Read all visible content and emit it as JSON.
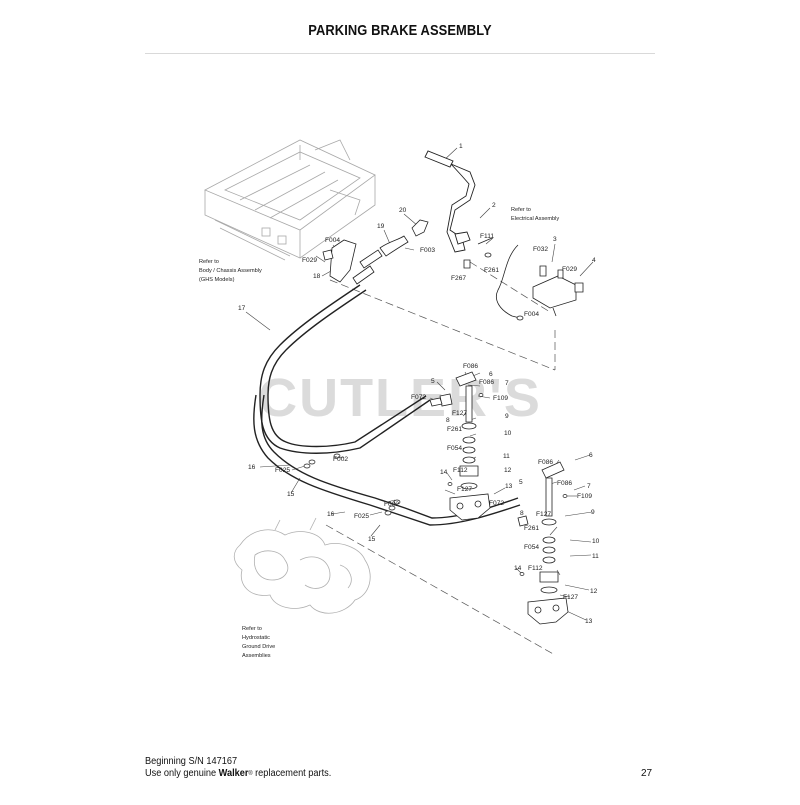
{
  "page": {
    "title": "PARKING BRAKE ASSEMBLY",
    "page_number": "27"
  },
  "watermark": "CUTLER'S",
  "footer": {
    "line1": "Beginning S/N 147167",
    "line2_prefix": "Use only genuine ",
    "brand": "Walker",
    "registered_mark": "®",
    "line2_suffix": " replacement parts."
  },
  "references": {
    "body_chassis": [
      "Refer to",
      "Body / Chassis Assembly",
      "(GHS Models)"
    ],
    "electrical": [
      "Refer to",
      "Electrical Assembly"
    ],
    "hydrostatic": [
      "Refer to",
      "Hydrostatic",
      "Ground Drive",
      "Assemblies"
    ]
  },
  "callouts": {
    "c1": "1",
    "c2": "2",
    "c3": "3",
    "c4": "4",
    "c5a": "5",
    "c5b": "5",
    "c6a": "6",
    "c6b": "6",
    "c7a": "7",
    "c7b": "7",
    "c8a": "8",
    "c8b": "8",
    "c9a": "9",
    "c9b": "9",
    "c10a": "10",
    "c10b": "10",
    "c11a": "11",
    "c11b": "11",
    "c12a": "12",
    "c12b": "12",
    "c13a": "13",
    "c13b": "13",
    "c14a": "14",
    "c14b": "14",
    "c15a": "15",
    "c15b": "15",
    "c16a": "16",
    "c16b": "16",
    "c17": "17",
    "c18": "18",
    "c19": "19",
    "c20": "20",
    "f004a": "F004",
    "f004b": "F004",
    "f029a": "F029",
    "f029b": "F029",
    "f003": "F003",
    "f111": "F111",
    "f261a": "F261",
    "f261b": "F261",
    "f261c": "F261",
    "f267": "F267",
    "f032": "F032",
    "f086a": "F086",
    "f086b": "F086",
    "f086c": "F086",
    "f086d": "F086",
    "f072a": "F072",
    "f072b": "F072",
    "f109a": "F109",
    "f109b": "F109",
    "f127a": "F127",
    "f127b": "F127",
    "f127c": "F127",
    "f127d": "F127",
    "f054a": "F054",
    "f054b": "F054",
    "f112a": "F112",
    "f112b": "F112",
    "f002a": "F002",
    "f002b": "F002",
    "f025a": "F025",
    "f025b": "F025"
  }
}
